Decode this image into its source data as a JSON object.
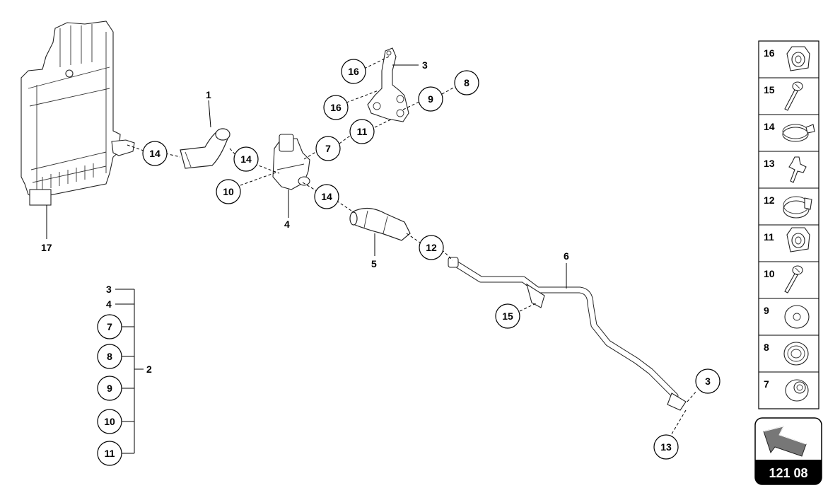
{
  "diagram_number": "121 08",
  "main_labels": {
    "l1": "1",
    "l3": "3",
    "l4": "4",
    "l5": "5",
    "l6": "6",
    "l17": "17",
    "l2_group": "2",
    "l3_group": "3",
    "l4_group": "4"
  },
  "callouts": {
    "c16a": "16",
    "c16b": "16",
    "c8": "8",
    "c9": "9",
    "c11": "11",
    "c7": "7",
    "c14a": "14",
    "c14b": "14",
    "c14c": "14",
    "c10": "10",
    "c12": "12",
    "c15": "15",
    "c3": "3",
    "c13": "13",
    "g7": "7",
    "g8": "8",
    "g9": "9",
    "g10": "10",
    "g11": "11"
  },
  "legend": [
    {
      "num": "16",
      "icon": "nut-icon"
    },
    {
      "num": "15",
      "icon": "screw-icon"
    },
    {
      "num": "14",
      "icon": "hose-clamp-icon"
    },
    {
      "num": "13",
      "icon": "clip-pin-icon"
    },
    {
      "num": "12",
      "icon": "hose-clamp-icon"
    },
    {
      "num": "11",
      "icon": "nut-icon"
    },
    {
      "num": "10",
      "icon": "screw-icon"
    },
    {
      "num": "9",
      "icon": "washer-icon"
    },
    {
      "num": "8",
      "icon": "grommet-icon"
    },
    {
      "num": "7",
      "icon": "bushing-icon"
    }
  ]
}
